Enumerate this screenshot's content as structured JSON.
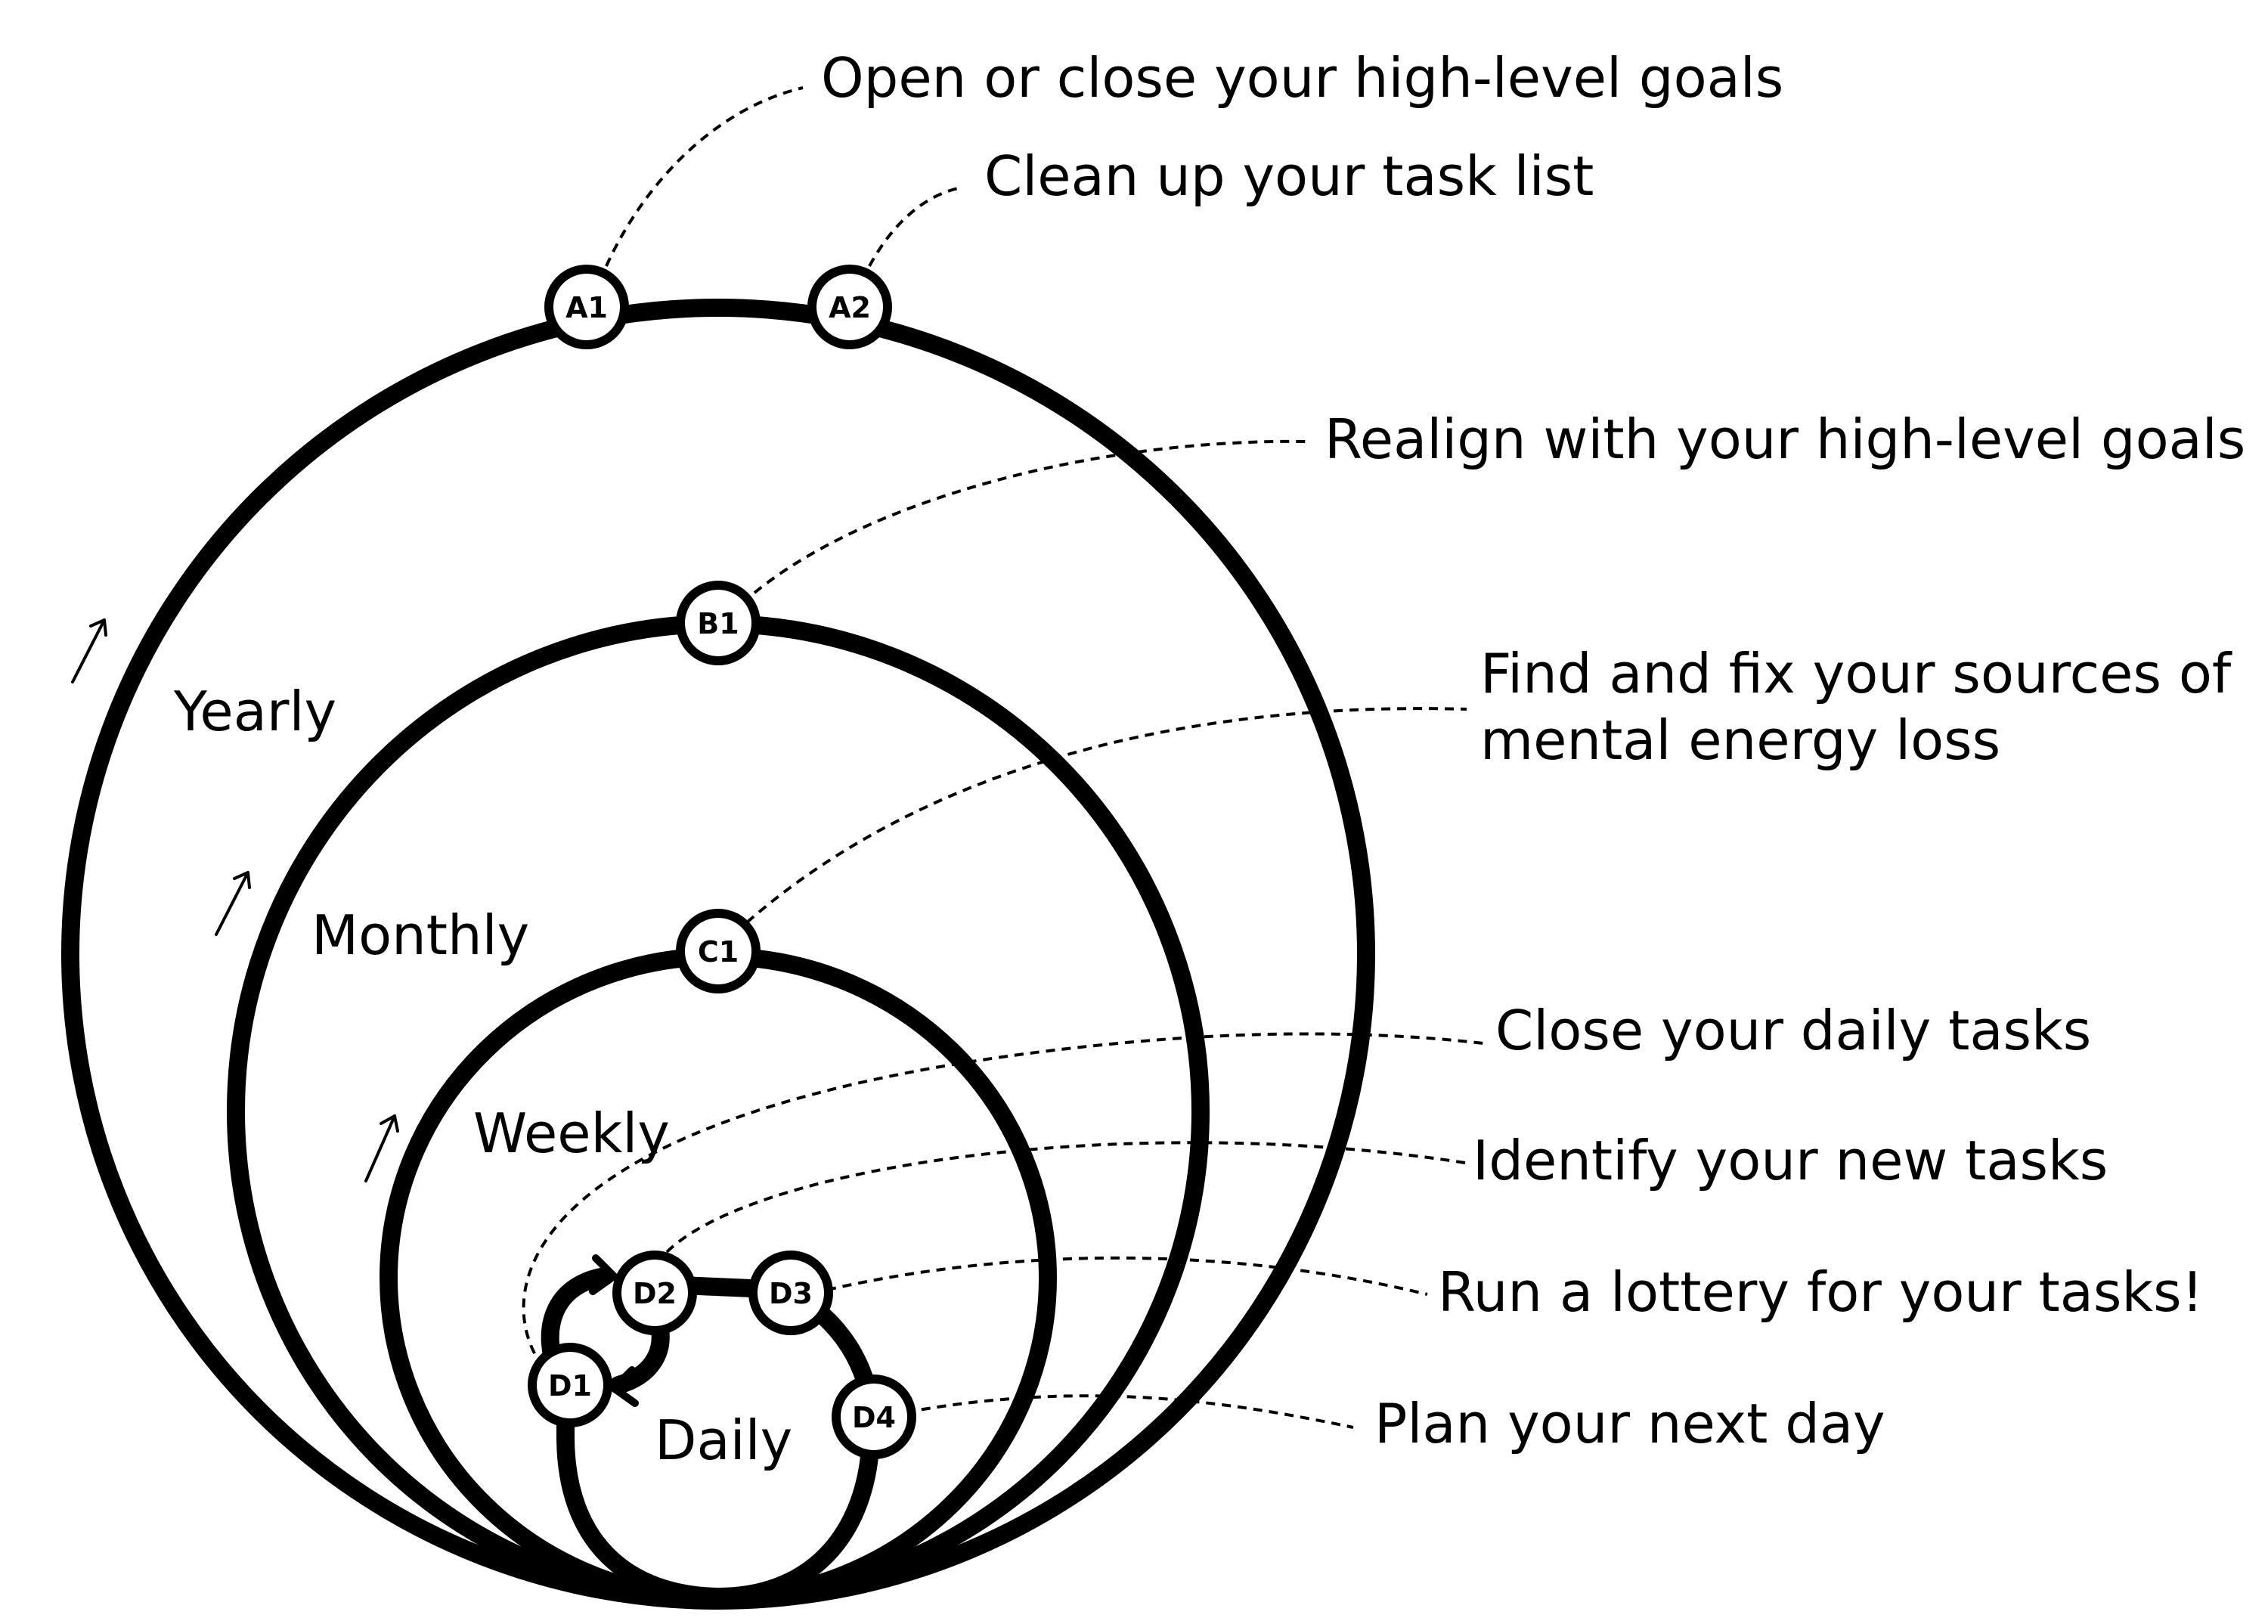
{
  "cycles": {
    "yearly": "Yearly",
    "monthly": "Monthly",
    "weekly": "Weekly",
    "daily": "Daily"
  },
  "nodes": {
    "a1": "A1",
    "a2": "A2",
    "b1": "B1",
    "c1": "C1",
    "d1": "D1",
    "d2": "D2",
    "d3": "D3",
    "d4": "D4"
  },
  "callouts": {
    "a1": "Open or close your high-level goals",
    "a2": "Clean up your task list",
    "b1": "Realign with your high-level goals",
    "c1_line1": "Find and fix your sources of",
    "c1_line2": "mental energy loss",
    "d1": "Close your daily tasks",
    "d2": "Identify your new tasks",
    "d3": "Run a lottery for your tasks!",
    "d4": "Plan your next day"
  }
}
